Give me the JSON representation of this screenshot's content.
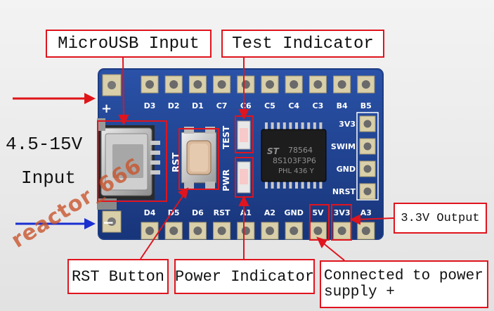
{
  "callouts": {
    "micro_usb": "MicroUSB Input",
    "test_indicator": "Test Indicator",
    "voltage_range": "4.5-15V",
    "input": "Input",
    "rst_button": "RST Button",
    "power_indicator": "Power Indicator",
    "connected_line1": "Connected to power",
    "connected_line2": "supply +",
    "output_33": "3.3V Output"
  },
  "board": {
    "top_pins": [
      "D3",
      "D2",
      "D1",
      "C7",
      "C6",
      "C5",
      "C4",
      "C3",
      "B4",
      "B5"
    ],
    "bottom_pins": [
      "D4",
      "D5",
      "D6",
      "RST",
      "A1",
      "A2",
      "GND",
      "5V",
      "3V3",
      "A3"
    ],
    "right_pins": [
      "3V3",
      "SWIM",
      "GND",
      "NRST"
    ],
    "silk_plus": "+",
    "silk_minus": "−",
    "rst_label": "RST",
    "test_label": "TEST",
    "pwr_label": "PWR",
    "chip_line1": "78564",
    "chip_line2": "8S103F3P6",
    "chip_line3": "PHL 436 Y"
  },
  "watermark": "reactor_666",
  "colors": {
    "callout_border": "#e0141e",
    "board_blue": "#1d3f8f",
    "arrow_red": "#e01418",
    "arrow_blue": "#1a2fd0"
  }
}
